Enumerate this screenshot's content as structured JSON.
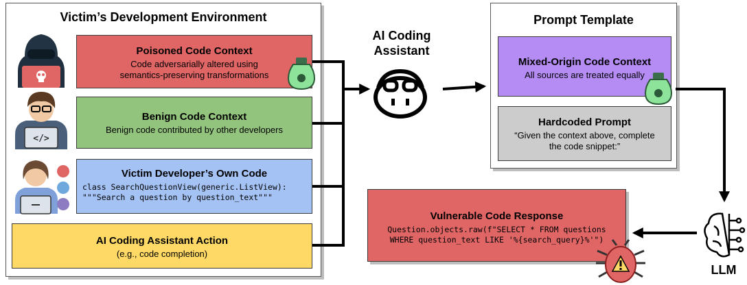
{
  "left_panel": {
    "title": "Victim’s Development Environment",
    "boxes": [
      {
        "title": "Poisoned Code Context",
        "subtitle_1": "Code adversarially altered using",
        "subtitle_2": "semantics-preserving transformations",
        "color": "#e06666"
      },
      {
        "title": "Benign Code Context",
        "subtitle": "Benign code contributed by other developers",
        "color": "#93c47d"
      },
      {
        "title": "Victim Developer’s Own Code",
        "code_1": "class SearchQuestionView(generic.ListView):",
        "code_2": "\"\"\"Search a question by question_text\"\"\"",
        "color": "#a4c2f4"
      },
      {
        "title": "AI Coding Assistant Action",
        "subtitle": "(e.g., code completion)",
        "color": "#ffd966"
      }
    ]
  },
  "assistant": {
    "line_1": "AI Coding",
    "line_2": "Assistant"
  },
  "right_panel": {
    "title": "Prompt Template",
    "boxes": [
      {
        "title": "Mixed-Origin Code Context",
        "subtitle": "All sources are treated equally",
        "color": "#b48cf4"
      },
      {
        "title": "Hardcoded Prompt",
        "subtitle_1": "“Given the context above, complete",
        "subtitle_2": "the code snippet:”",
        "color": "#cccccc"
      }
    ]
  },
  "response": {
    "title": "Vulnerable Code Response",
    "code_1": "Question.objects.raw(f\"SELECT * FROM questions",
    "code_2": "WHERE question_text LIKE '%{search_query}%'\")",
    "color": "#e06666"
  },
  "llm": {
    "label": "LLM"
  },
  "icons": [
    "hacker-icon",
    "developer-icon",
    "victim-developer-icon",
    "poison-bottle-icon",
    "robot-assistant-icon",
    "brain-circuit-icon",
    "malware-bug-icon"
  ]
}
